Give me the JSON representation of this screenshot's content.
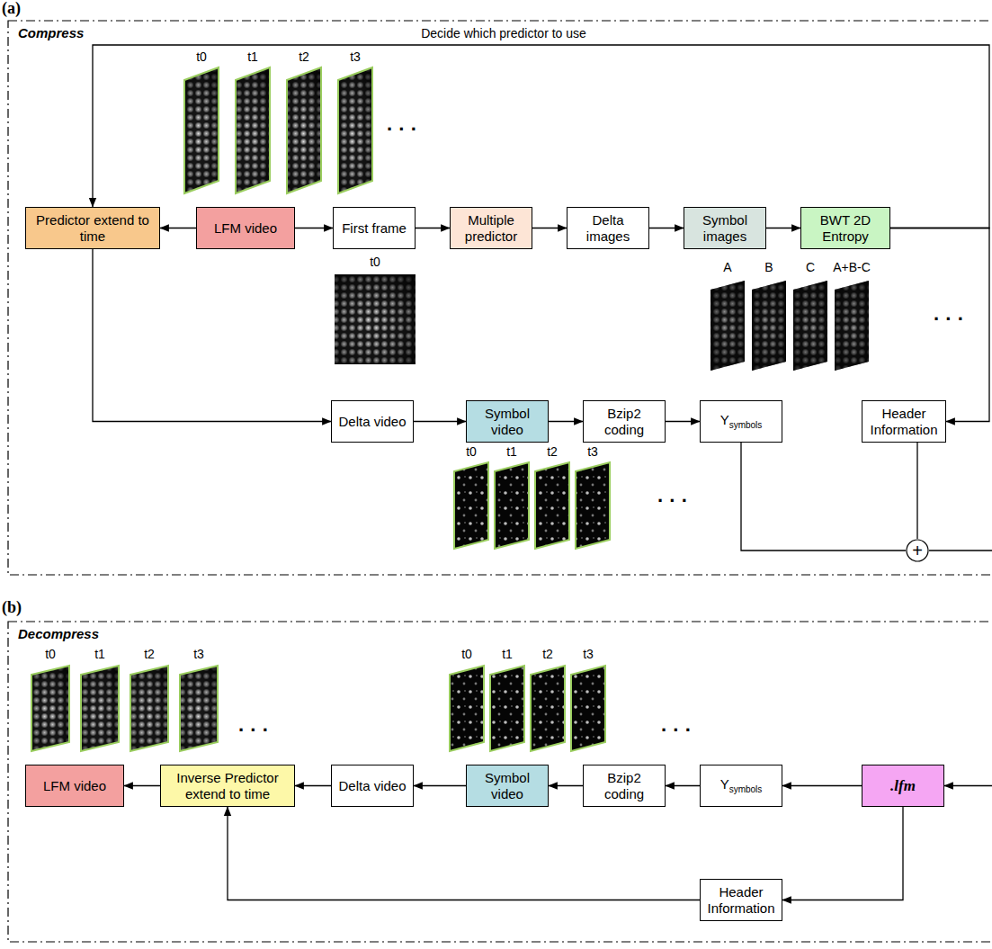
{
  "diagram": {
    "nodes": [
      {
        "text": [
          "Compress"
        ]
      },
      {
        "text": [
          "Predictor extend to time"
        ],
        "in": 0
      },
      {
        "text": [
          "LFM video"
        ],
        "in": 0
      },
      {
        "text": [
          "First frame"
        ],
        "in": 0
      },
      {
        "text": [
          "Multiple predictor"
        ],
        "in": 0
      },
      {
        "text": [
          "Delta images"
        ],
        "in": 0
      },
      {
        "text": [
          "Symbol images"
        ],
        "in": 0
      },
      {
        "text": [
          "BWT 2D Entropy"
        ],
        "in": 0
      },
      {
        "text": [
          "Delta video"
        ],
        "in": 0
      },
      {
        "text": [
          "Symbol video"
        ],
        "in": 0
      },
      {
        "text": [
          "Bzip2 coding"
        ],
        "in": 0
      },
      {
        "text": [
          "Y",
          "symbols"
        ],
        "in": 0
      },
      {
        "text": [
          "Header Information"
        ],
        "in": 0
      },
      {
        "text": [
          "+"
        ],
        "in": 0
      },
      {
        "text": [
          "Decompress"
        ]
      },
      {
        "text": [
          "LFM video"
        ],
        "in": 14
      },
      {
        "text": [
          "Inverse Predictor extend to time"
        ],
        "in": 14
      },
      {
        "text": [
          "Delta video"
        ],
        "in": 14
      },
      {
        "text": [
          "Symbol video"
        ],
        "in": 14
      },
      {
        "text": [
          "Bzip2 coding"
        ],
        "in": 14
      },
      {
        "text": [
          "Y",
          "symbols"
        ],
        "in": 14
      },
      {
        "text": [
          ".lfm"
        ],
        "in": 14
      },
      {
        "text": [
          "Header Information"
        ],
        "in": 14
      }
    ],
    "edges": [
      {
        "from": 2,
        "to": 1,
        "arrow": "to"
      },
      {
        "from": 2,
        "to": 3,
        "arrow": "to"
      },
      {
        "from": 3,
        "to": 4,
        "arrow": "to"
      },
      {
        "from": 4,
        "to": 5,
        "arrow": "to"
      },
      {
        "from": 5,
        "to": 6,
        "arrow": "to"
      },
      {
        "from": 6,
        "to": 7,
        "arrow": "to"
      },
      {
        "from": 7,
        "to": 1,
        "label": "Decide which predictor to use",
        "arrow": "to"
      },
      {
        "from": 7,
        "to": 12,
        "arrow": "to"
      },
      {
        "from": 1,
        "to": 8,
        "arrow": "to"
      },
      {
        "from": 8,
        "to": 9,
        "arrow": "to"
      },
      {
        "from": 9,
        "to": 10,
        "arrow": "to"
      },
      {
        "from": 10,
        "to": 11,
        "arrow": "to"
      },
      {
        "from": 11,
        "to": 13,
        "arrow": "none"
      },
      {
        "from": 12,
        "to": 13,
        "arrow": "none"
      },
      {
        "from": 16,
        "to": 15,
        "arrow": "to"
      },
      {
        "from": 17,
        "to": 16,
        "arrow": "to"
      },
      {
        "from": 18,
        "to": 17,
        "arrow": "to"
      },
      {
        "from": 19,
        "to": 18,
        "arrow": "to"
      },
      {
        "from": 20,
        "to": 19,
        "arrow": "to"
      },
      {
        "from": 21,
        "to": 20,
        "arrow": "to"
      },
      {
        "from": 21,
        "to": 22,
        "arrow": "to"
      },
      {
        "from": 22,
        "to": 16,
        "arrow": "to"
      }
    ],
    "labels": [
      "(a)",
      "t0",
      "t1",
      "t2",
      "t3",
      "· · ·",
      "t0",
      "A",
      "B",
      "C",
      "A+B-C",
      "· · ·",
      "t0",
      "t1",
      "t2",
      "t3",
      "· · ·",
      "(b)",
      "t0",
      "t1",
      "t2",
      "t3",
      "· · ·",
      "t0",
      "t1",
      "t2",
      "t3",
      "· · ·"
    ]
  }
}
